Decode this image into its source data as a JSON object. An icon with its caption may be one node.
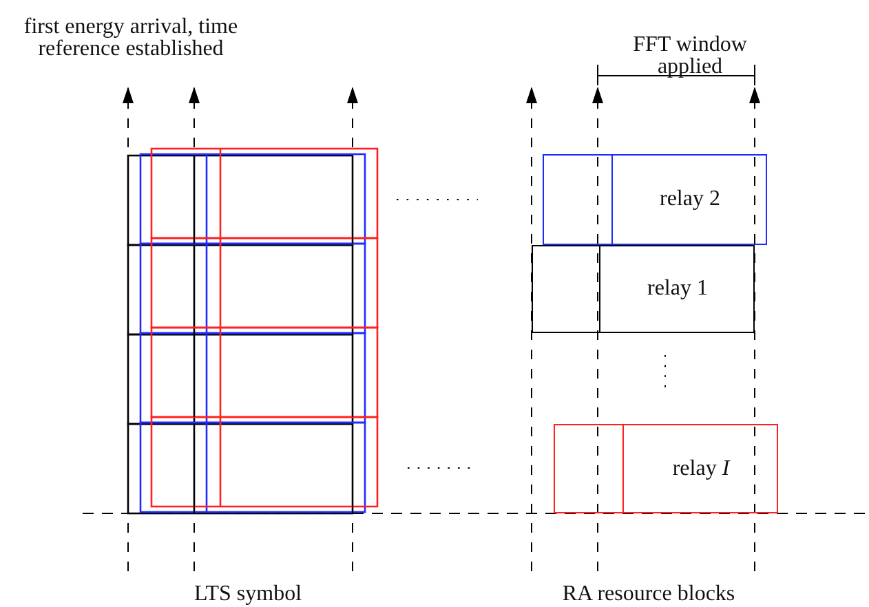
{
  "diagram": {
    "nodes": [
      {
        "text": [
          "relay 2"
        ]
      },
      {
        "text": [
          "relay 1"
        ]
      },
      {
        "text": [
          "relay *I*"
        ]
      }
    ],
    "labels": [
      "first energy arrival, time reference established",
      "FFT window applied",
      "LTS symbol",
      "RA resource blocks"
    ]
  }
}
